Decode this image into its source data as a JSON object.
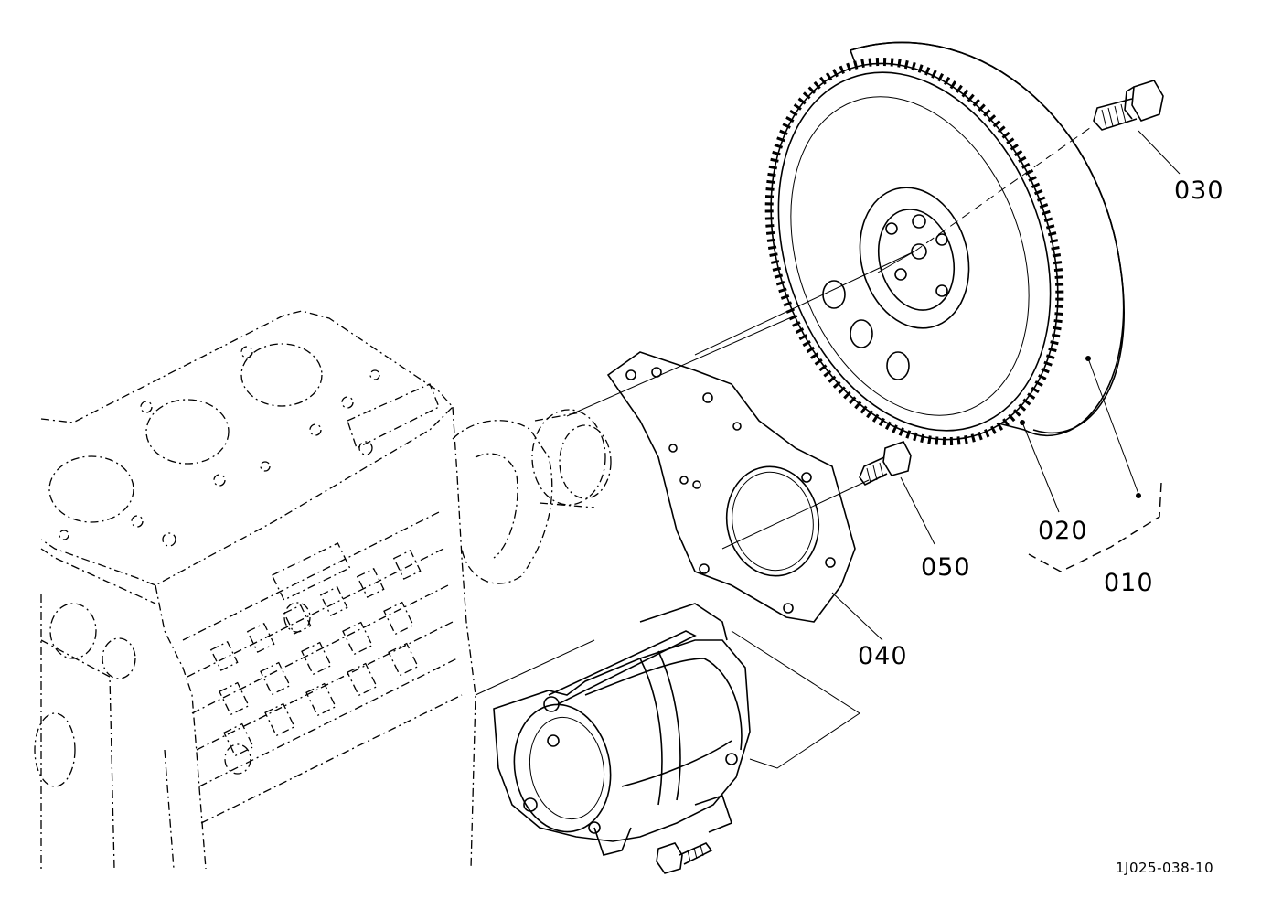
{
  "callouts": {
    "part_010": "010",
    "part_020": "020",
    "part_030": "030",
    "part_040": "040",
    "part_050": "050"
  },
  "diagram_id": "1J025-038-10"
}
